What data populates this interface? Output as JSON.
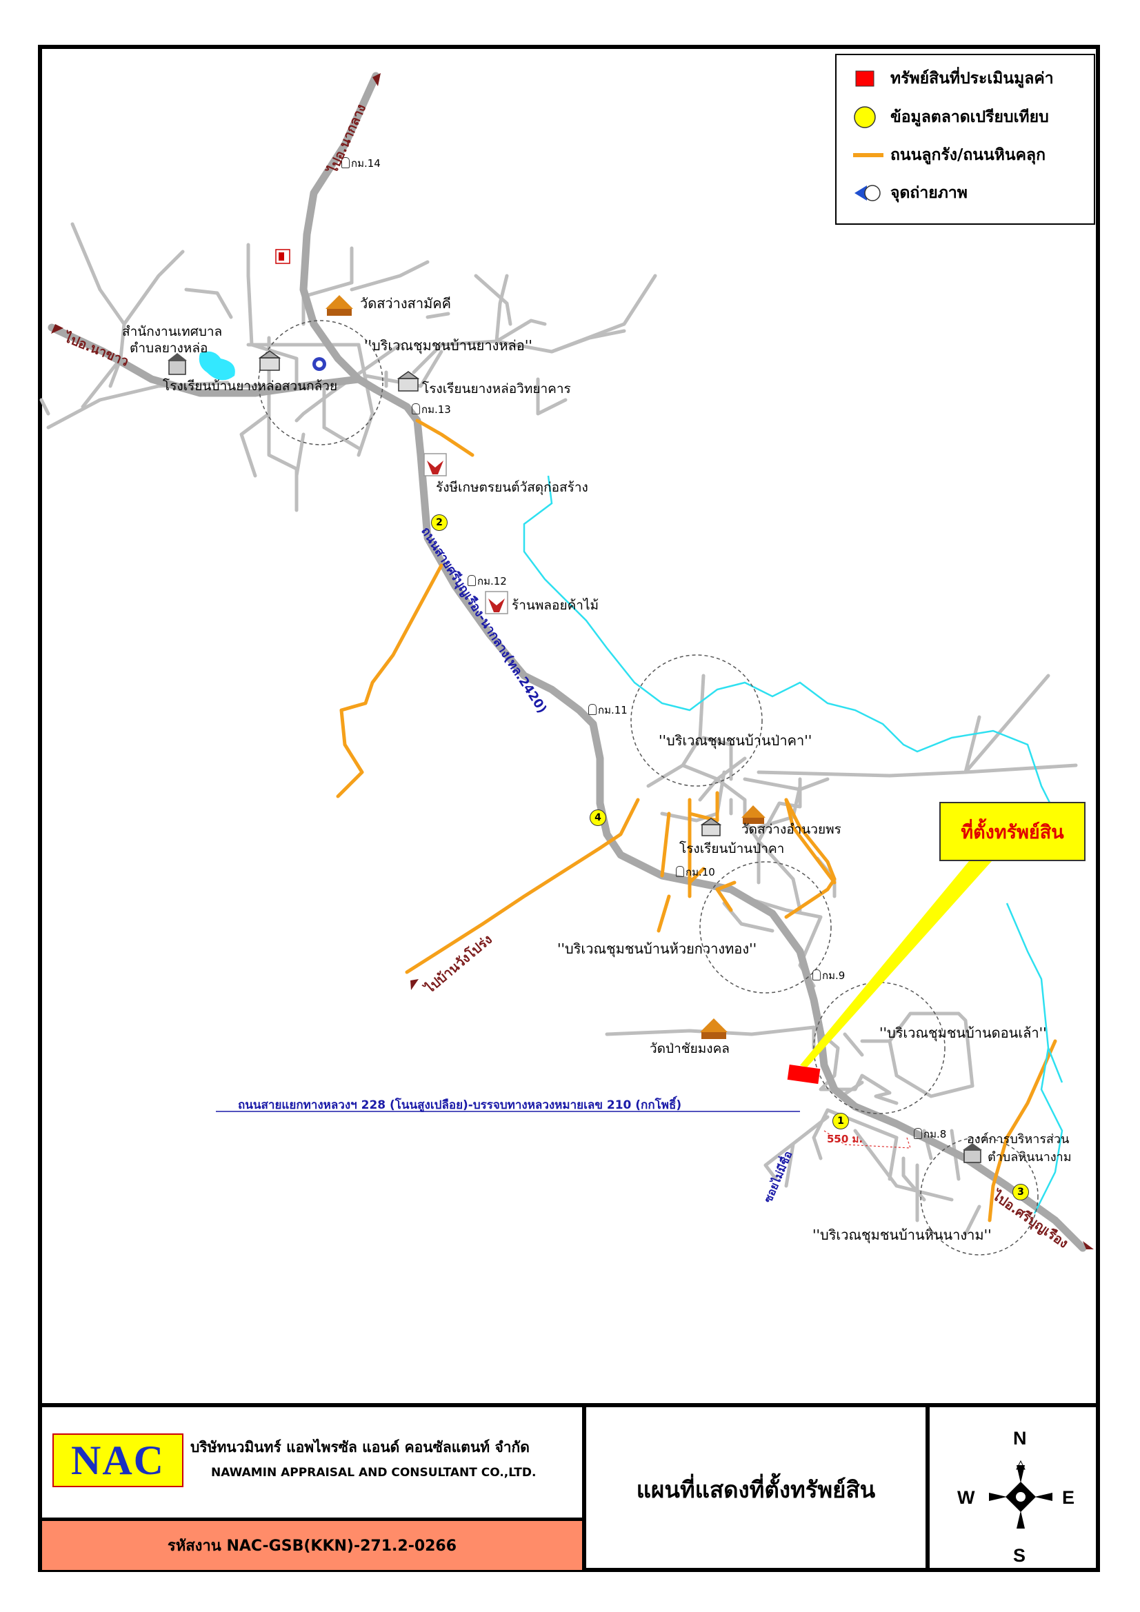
{
  "legend": {
    "items": [
      {
        "label": "ทรัพย์สินที่ประเมินมูลค่า",
        "icon": "red-square",
        "color": "#ff0000"
      },
      {
        "label": "ข้อมูลตลาดเปรียบเทียบ",
        "icon": "yellow-circle",
        "color": "#ffff00"
      },
      {
        "label": "ถนนลูกรัง/ถนนหินคลุก",
        "icon": "orange-line",
        "color": "#f5a01a"
      },
      {
        "label": "จุดถ่ายภาพ",
        "icon": "camera-viewpoint"
      }
    ]
  },
  "map": {
    "colors": {
      "main_road": "#a8a8a8",
      "minor_road": "#bdbdbd",
      "dirt_road": "#f5a01a",
      "river": "#2ee0f0",
      "water": "#33e8ff",
      "road_name": "#1a1aa8",
      "direction": "#7a1a1a",
      "subject": "#ff0000"
    },
    "places": {
      "wat_sawang_samakkhi": "วัดสว่างสามัคคี",
      "community_yang_lo": "''บริเวณชุมชนบ้านยางหล่อ''",
      "municipal_office": "สำนักงานเทศบาล",
      "municipal_office_2": "ตำบลยางหล่อ",
      "school_yang_lo_suan_kluai": "โรงเรียนบ้านยางหล่อสวนกล้วย",
      "school_yang_lo_witthayakhan": "โรงเรียนยางหล่อวิทยาคาร",
      "rangsi_shop": "รังษีเกษตรยนต์วัสดุก่อสร้าง",
      "ploi_shop": "ร้านพลอยค้าไม้",
      "community_pa_kha": "''บริเวณชุมชนบ้านป่าคา''",
      "wat_sawang_amnuai": "วัดสว่างอำนวยพร",
      "school_pa_kha": "โรงเรียนบ้านป่าคา",
      "community_huai_kwang_thong": "''บริเวณชุมชนบ้านห้วยกวางทอง''",
      "wat_pa_chai_mongkhon": "วัดป่าชัยมงคล",
      "community_don_lao": "''บริเวณชุมชนบ้านดอนเล้า''",
      "sao_office": "องค์การบริหารส่วน",
      "sao_office_2": "ตำบลหินนางาม",
      "community_hin_na_ngam": "''บริเวณชุมชนบ้านหินนางาม''"
    },
    "km": {
      "km14": "กม.14",
      "km13": "กม.13",
      "km12": "กม.12",
      "km11": "กม.11",
      "km10": "กม.10",
      "km9": "กม.9",
      "km8": "กม.8"
    },
    "markers": {
      "m1": "1",
      "m2": "2",
      "m3": "3",
      "m4": "4"
    },
    "roads": {
      "highway": "ถนนสายศรีบุญเรือง-นากลาง(ทล.2420)",
      "cross_road": "ถนนสายแยกทางหลวงฯ 228 (โนนสูงเปลือย)-บรรจบทางหลวงหมายเลข 210 (กกโพธิ์)",
      "soi": "ซอยไม่มีชื่อ"
    },
    "directions": {
      "to_na_klang": "ไปอ.นากลาง",
      "to_na_yao": "ไปอ.นาขาว",
      "to_wang_pong": "ไปบ้านวังโปร่ง",
      "to_si_bun_rueang": "ไปอ.ศรีบุญเรือง"
    },
    "distance": "550 ม.",
    "callout": "ที่ตั้งทรัพย์สิน"
  },
  "footer": {
    "logo": "NAC",
    "company_th": "บริษัทนวมินทร์ แอพไพรซัล แอนด์ คอนซัลแตนท์ จำกัด",
    "company_en": "NAWAMIN APPRAISAL AND CONSULTANT CO.,LTD.",
    "code": "รหัสงาน  NAC-GSB(KKN)-271.2-0266",
    "title": "แผนที่แสดงที่ตั้งทรัพย์สิน",
    "compass": {
      "n": "N",
      "s": "S",
      "e": "E",
      "w": "W"
    }
  }
}
